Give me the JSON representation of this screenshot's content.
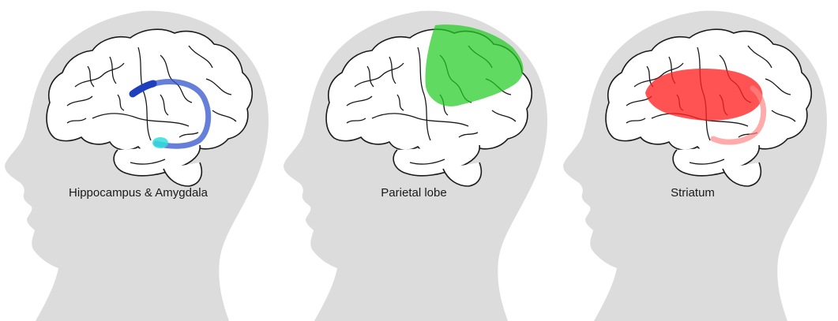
{
  "panels": [
    {
      "caption": "Hippocampus & Amygdala",
      "highlight_color": "#3355cc",
      "accent_color": "#33dddd"
    },
    {
      "caption": "Parietal lobe",
      "highlight_color": "#22cc22"
    },
    {
      "caption": "Striatum",
      "highlight_color": "#ff2222"
    }
  ],
  "colors": {
    "head": "#dcdcdc",
    "brain_fill": "#ffffff",
    "brain_outline": "#1a1a1a"
  }
}
